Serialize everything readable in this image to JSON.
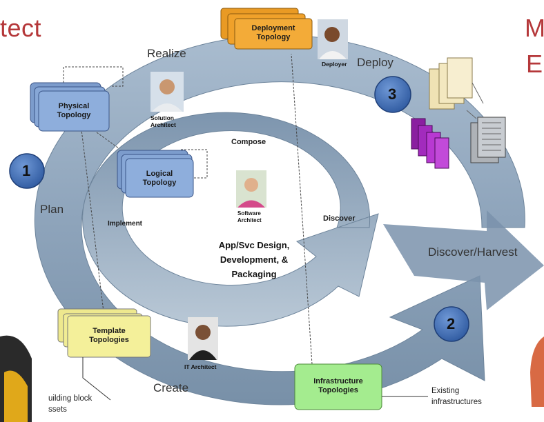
{
  "headings": {
    "left": "tect",
    "right_line1": "M",
    "right_line2": "E"
  },
  "phases": {
    "realize": "Realize",
    "deploy": "Deploy",
    "plan": "Plan",
    "create": "Create",
    "discover_harvest": "Discover/Harvest",
    "compose": "Compose",
    "implement": "Implement",
    "discover": "Discover"
  },
  "step_numbers": {
    "one": "1",
    "two": "2",
    "three": "3"
  },
  "topologies": {
    "deployment": [
      "Deployment",
      "Topology"
    ],
    "physical": [
      "Physical",
      "Topology"
    ],
    "logical": [
      "Logical",
      "Topology"
    ],
    "template": [
      "Template",
      "Topologies"
    ],
    "infrastructure": [
      "Infrastructure",
      "Topologies"
    ]
  },
  "roles": {
    "deployer": "Deployer",
    "solution_architect": [
      "Solution",
      "Architect"
    ],
    "software_architect": [
      "Software",
      "Architect"
    ],
    "it_architect": "IT Architect"
  },
  "center_lines": [
    "App/Svc Design,",
    "Development, &",
    "Packaging"
  ],
  "notes": {
    "building_block": [
      "uilding block",
      "ssets"
    ],
    "existing": [
      "Existing",
      "infrastructures"
    ]
  },
  "colors": {
    "cycle": "#8fa6bf",
    "step_circle": "#3f6bb4",
    "deployment_box": "#f0a12a",
    "physical_box": "#8eaedc",
    "template_box": "#f4f09a",
    "infrastructure_box": "#a4ec8f",
    "heading": "#b5383a"
  }
}
